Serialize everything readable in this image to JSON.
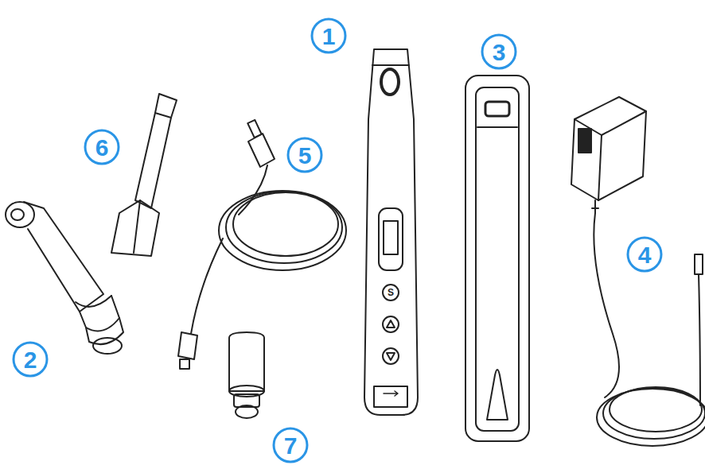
{
  "diagram": {
    "labels": [
      "1",
      "3",
      "6",
      "5",
      "4",
      "2",
      "S",
      "7"
    ]
  }
}
